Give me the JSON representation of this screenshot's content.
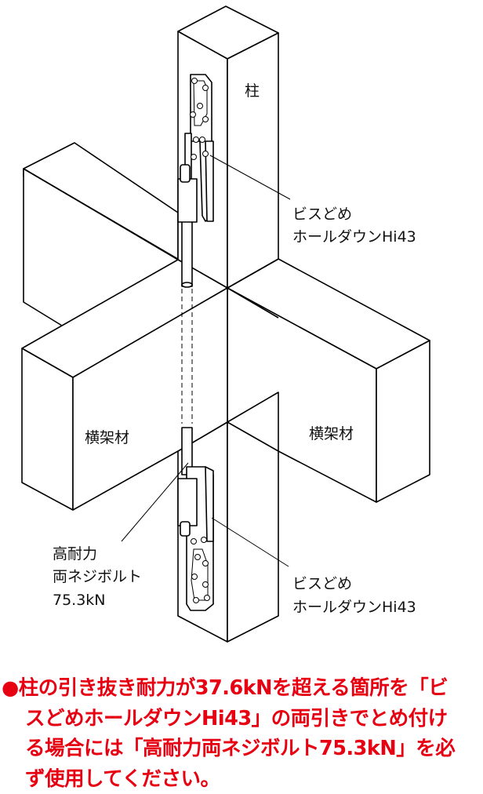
{
  "labels": {
    "column": "柱",
    "upper_hardware": [
      "ビスどめ",
      "ホールダウンHi43"
    ],
    "lower_hardware": [
      "ビスどめ",
      "ホールダウンHi43"
    ],
    "beam_left": "横架材",
    "beam_right": "横架材",
    "bolt": [
      "高耐力",
      "両ネジボルト",
      "75.3kN"
    ]
  },
  "note": {
    "bullet": "●",
    "lines": [
      "柱の引き抜き耐力が37.6kNを超える箇所を「ビ",
      "スどめホールダウンHi43」の両引きでとめ付け",
      "る場合には「高耐力両ネジボルト75.3kN」を必",
      "ず使用してください。"
    ],
    "color": "#e60012"
  }
}
